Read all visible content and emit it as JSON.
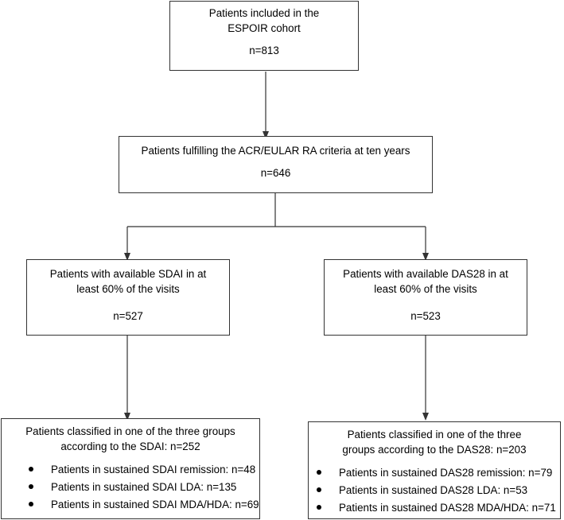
{
  "boxes": {
    "included": {
      "text": "Patients included in the ESPOIR cohort",
      "n": "n=813"
    },
    "fulfilling": {
      "text": "Patients fulfilling the ACR/EULAR RA criteria at ten years",
      "n": "n=646"
    },
    "sdai": {
      "text": "Patients with available SDAI in at least 60% of the visits",
      "n": "n=527"
    },
    "das28": {
      "text": "Patients with available DAS28 in at least 60% of the visits",
      "n": "n=523"
    },
    "sdai_classified": {
      "text": "Patients classified in one of the three groups according to the SDAI: n=252",
      "items": [
        "Patients in sustained SDAI remission: n=48",
        "Patients in sustained SDAI LDA: n=135",
        "Patients in sustained SDAI MDA/HDA: n=69"
      ]
    },
    "das28_classified": {
      "text": "Patients classified in one of the three groups according to the DAS28: n=203",
      "items": [
        "Patients in sustained DAS28 remission: n=79",
        "Patients in sustained DAS28 LDA: n=53",
        "Patients in sustained DAS28 MDA/HDA: n=71"
      ]
    }
  }
}
